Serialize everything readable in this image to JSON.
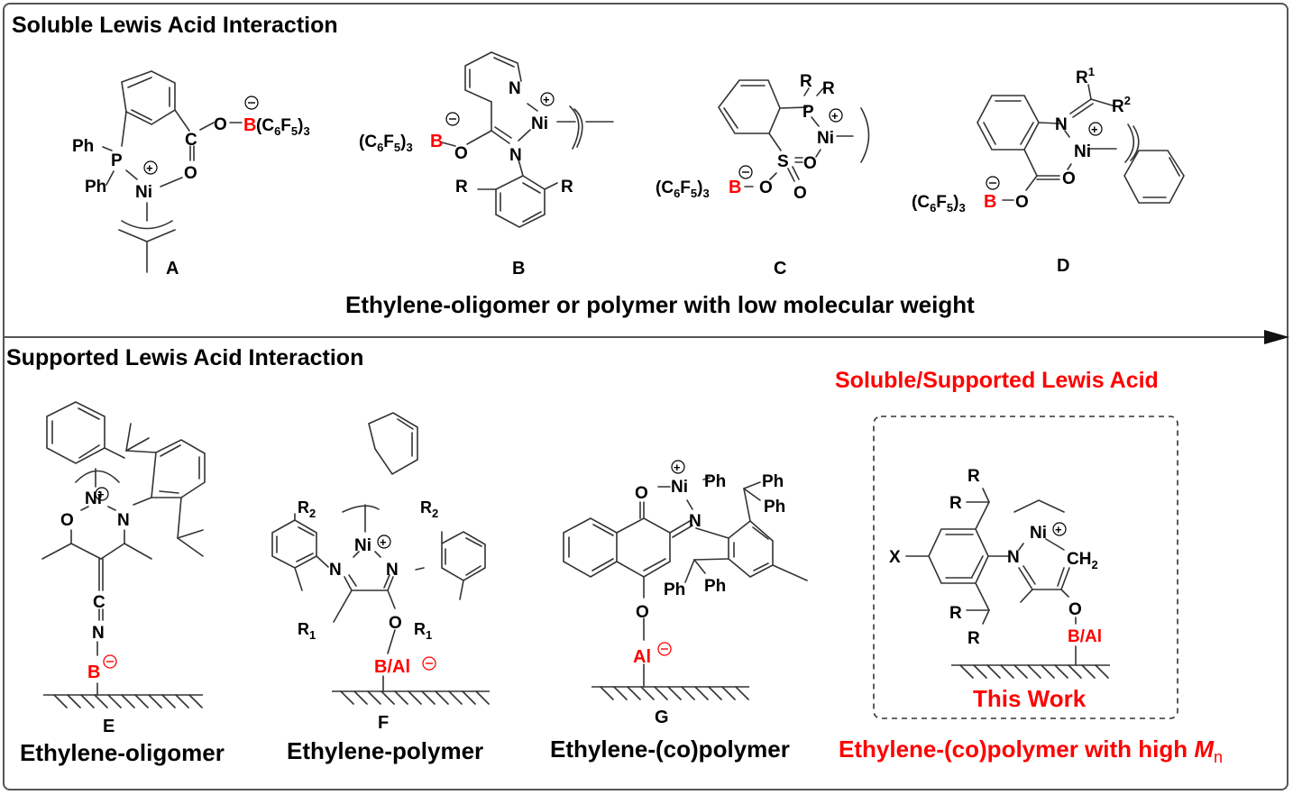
{
  "sections": {
    "soluble": {
      "title": "Soluble Lewis Acid Interaction",
      "outcome": "Ethylene-oligomer or polymer with low molecular weight"
    },
    "supported": {
      "title": "Supported Lewis Acid Interaction"
    },
    "this_work": {
      "title": "Soluble/Supported Lewis Acid",
      "box_label": "This Work",
      "outcome_prefix": "Ethylene-(co)polymer with high ",
      "outcome_symbol": "M",
      "outcome_subscript": "n"
    }
  },
  "colors": {
    "highlight": "#ff0000",
    "text": "#000000",
    "bond": "#333333"
  },
  "compounds": {
    "A": {
      "label": "A",
      "atoms": [
        "Ph",
        "Ph",
        "P",
        "Ni",
        "O",
        "C",
        "O",
        "B",
        "(C6F5)3"
      ],
      "lewis_acid": "B"
    },
    "B": {
      "label": "B",
      "atoms": [
        "N",
        "Ni",
        "N",
        "O",
        "R",
        "R"
      ],
      "lewis_acid": "B",
      "lewis_group": "(C6F5)3"
    },
    "C": {
      "label": "C",
      "atoms": [
        "R",
        "R",
        "P",
        "Ni",
        "S",
        "O",
        "O",
        "O"
      ],
      "lewis_acid": "B",
      "lewis_group": "(C6F5)3"
    },
    "D": {
      "label": "D",
      "atoms": [
        "R1",
        "R2",
        "N",
        "Ni",
        "O",
        "O"
      ],
      "lewis_acid": "B",
      "lewis_group": "(C6F5)3"
    },
    "E": {
      "label": "E",
      "caption": "Ethylene-oligomer",
      "atoms": [
        "Ni",
        "O",
        "N",
        "C",
        "N"
      ],
      "lewis_acid": "B"
    },
    "F": {
      "label": "F",
      "caption": "Ethylene-polymer",
      "atoms": [
        "Ni",
        "N",
        "N",
        "O",
        "R2",
        "R2",
        "R1",
        "R1"
      ],
      "lewis_acid": "B/Al"
    },
    "G": {
      "label": "G",
      "caption": "Ethylene-(co)polymer",
      "atoms": [
        "O",
        "Ni",
        "Ph",
        "N",
        "Ph",
        "Ph",
        "Ph",
        "Ph",
        "O"
      ],
      "lewis_acid": "Al"
    },
    "H": {
      "atoms": [
        "R",
        "R",
        "R",
        "R",
        "X",
        "N",
        "Ni",
        "CH2",
        "O"
      ],
      "lewis_acid": "B/Al"
    }
  },
  "symbols": {
    "plus": "+",
    "minus": "−"
  }
}
